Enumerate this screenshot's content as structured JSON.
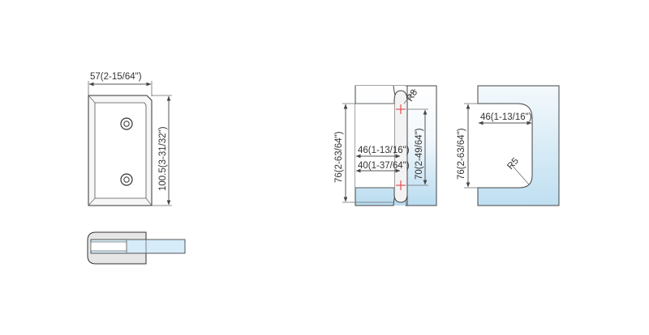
{
  "colors": {
    "background": "#ffffff",
    "outline": "#333333",
    "glass_top": "#ffffff",
    "glass_bottom": "#b9dcf0",
    "hinge_body": "#eeeeee",
    "hinge_border": "#555555",
    "pivot_mark": "#e0303a"
  },
  "front_view": {
    "width_label": "57(2-15/64\")",
    "height_label": "100.5(3-31/32\")"
  },
  "middle_view": {
    "overall_height_label": "76(2-63/64\")",
    "radius_label": "R8",
    "pivot_spacing_label": "70(2-49/64\")",
    "cutout_depth_label": "46(1-13/16\")",
    "pivot_offset_label": "40(1-37/64\")"
  },
  "right_view": {
    "overall_height_label": "76(2-63/64\")",
    "cutout_depth_label": "46(1-13/16\")",
    "radius_label": "R5"
  }
}
